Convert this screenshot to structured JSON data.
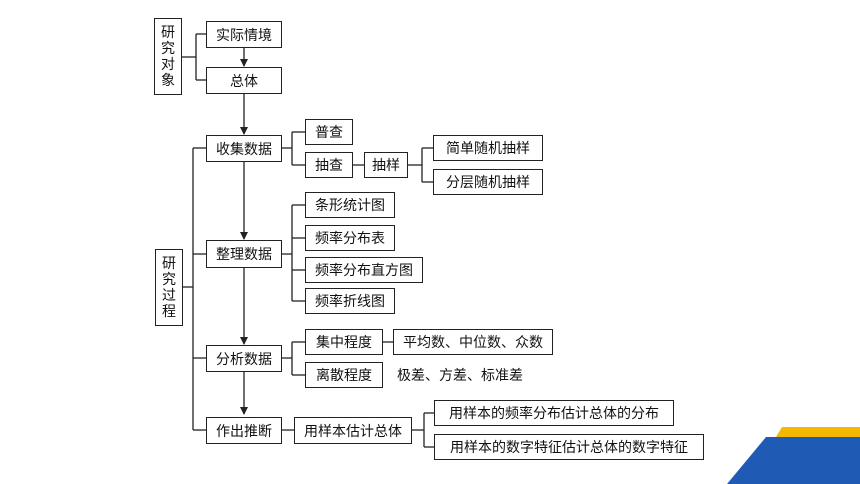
{
  "research_object": {
    "label": "研究对象",
    "chars": [
      "研",
      "究",
      "对",
      "象"
    ]
  },
  "research_process": {
    "label": "研究过程",
    "chars": [
      "研",
      "究",
      "过",
      "程"
    ]
  },
  "nodes": {
    "real_situation": "实际情境",
    "population": "总体",
    "collect_data": "收集数据",
    "census": "普查",
    "sampling": "抽查",
    "sample": "抽样",
    "simple_random": "简单随机抽样",
    "stratified_random": "分层随机抽样",
    "organize_data": "整理数据",
    "bar_chart": "条形统计图",
    "freq_table": "频率分布表",
    "histogram": "频率分布直方图",
    "freq_polygon": "频率折线图",
    "analyze_data": "分析数据",
    "central_tendency": "集中程度",
    "central_measures": "平均数、中位数、众数",
    "dispersion": "离散程度",
    "dispersion_measures": "极差、方差、标准差",
    "make_inference": "作出推断",
    "sample_estimate": "用样本估计总体",
    "estimate_distribution": "用样本的频率分布估计总体的分布",
    "estimate_features": "用样本的数字特征估计总体的数字特征"
  },
  "colors": {
    "accent_yellow": "#F5B800",
    "accent_blue": "#1F5BB5"
  }
}
